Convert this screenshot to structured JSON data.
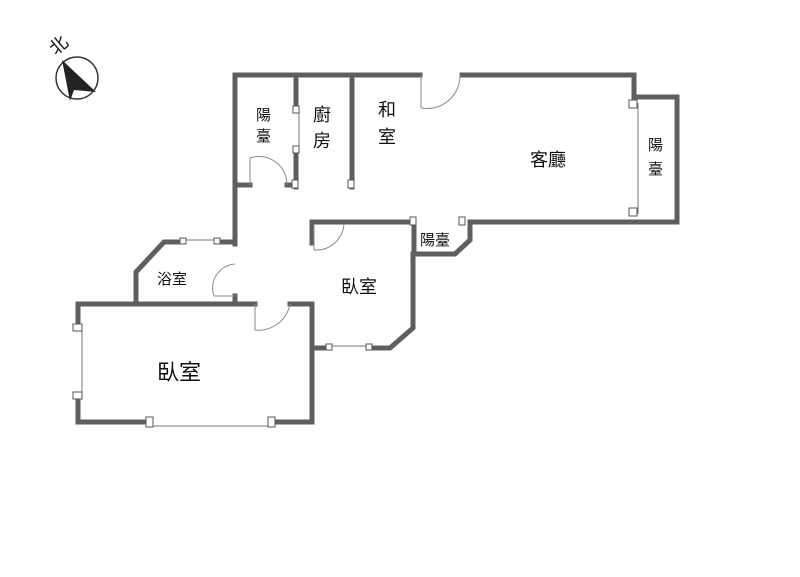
{
  "compass": {
    "label": "北"
  },
  "rooms": {
    "balcony_top_left": {
      "line1": "陽",
      "line2": "臺"
    },
    "kitchen": {
      "line1": "廚",
      "line2": "房"
    },
    "japanese_room": {
      "line1": "和",
      "line2": "室"
    },
    "living_room": {
      "label": "客廳"
    },
    "balcony_right": {
      "line1": "陽",
      "line2": "臺"
    },
    "balcony_small": {
      "label": "陽臺"
    },
    "bathroom": {
      "label": "浴室"
    },
    "bedroom_middle": {
      "label": "臥室"
    },
    "bedroom_large": {
      "label": "臥室"
    }
  }
}
